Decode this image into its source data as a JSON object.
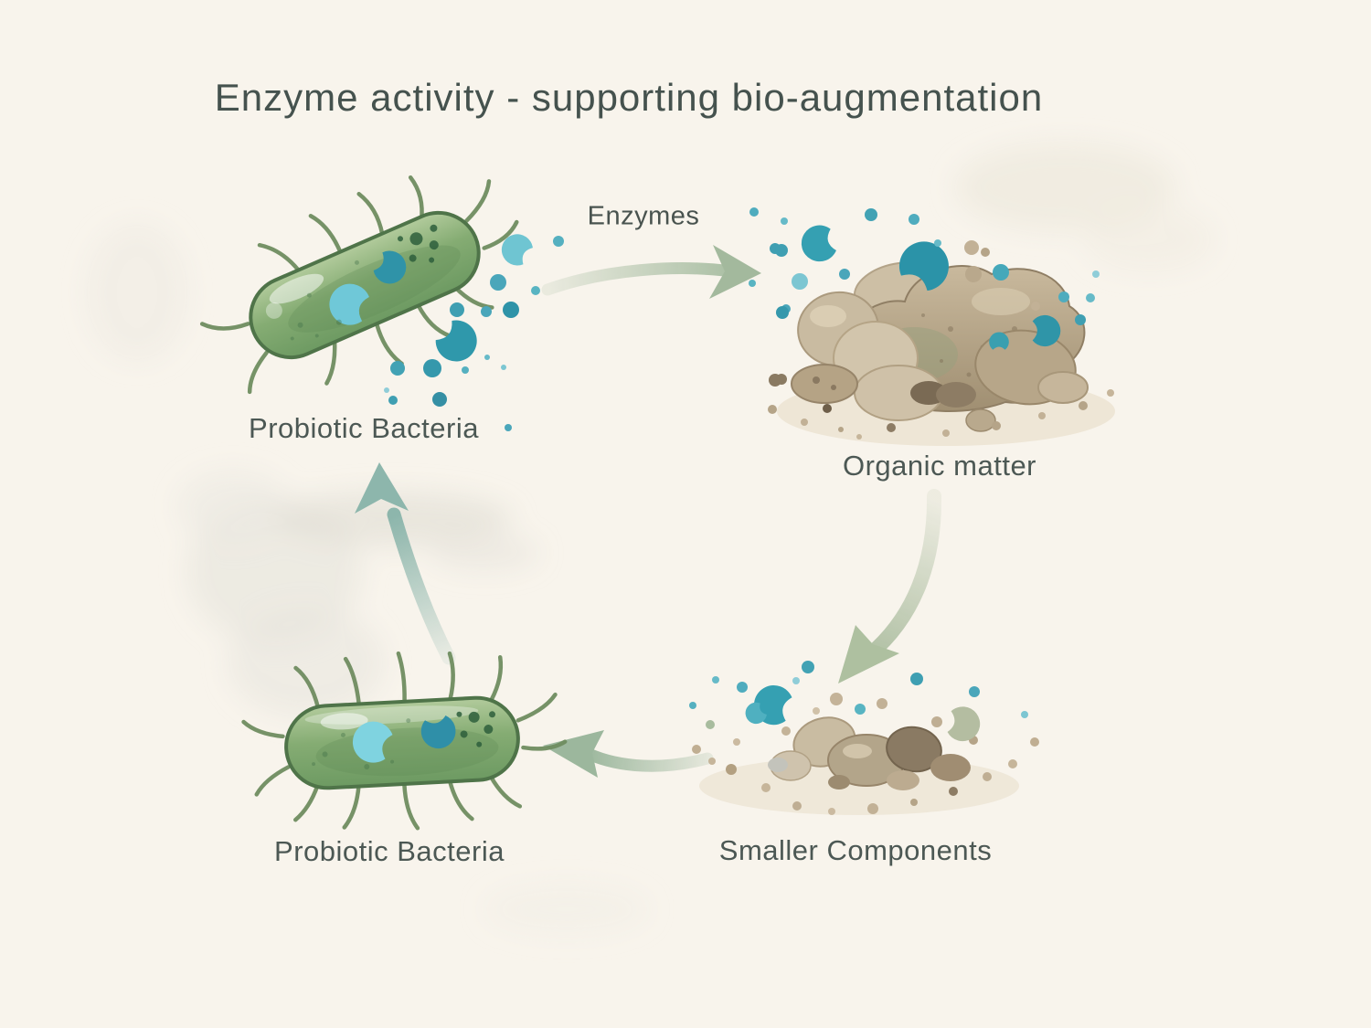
{
  "title": "Enzyme activity - supporting bio-augmentation",
  "cycle": {
    "probiotic_top": "Probiotic Bacteria",
    "enzymes": "Enzymes",
    "organic_matter": "Organic matter",
    "smaller_components": "Smaller Components",
    "probiotic_bottom": "Probiotic Bacteria"
  },
  "colors": {
    "background": "#f8f4ec",
    "title_text": "#45524e",
    "label_text": "#4c5854",
    "bacteria_green": "#7ba06c",
    "bacteria_outline": "#4f7449",
    "flagella_green": "#6f8d60",
    "enzyme_teal_dark": "#2f93a8",
    "enzyme_teal": "#45a8ba",
    "enzyme_teal_light": "#7fd3e0",
    "rock_tan": "#b3a186",
    "rock_light": "#cfc2aa",
    "rock_dark": "#6e5e49",
    "arrow_sage": "#a9bea3",
    "arrow_teal": "#8db6ac"
  }
}
